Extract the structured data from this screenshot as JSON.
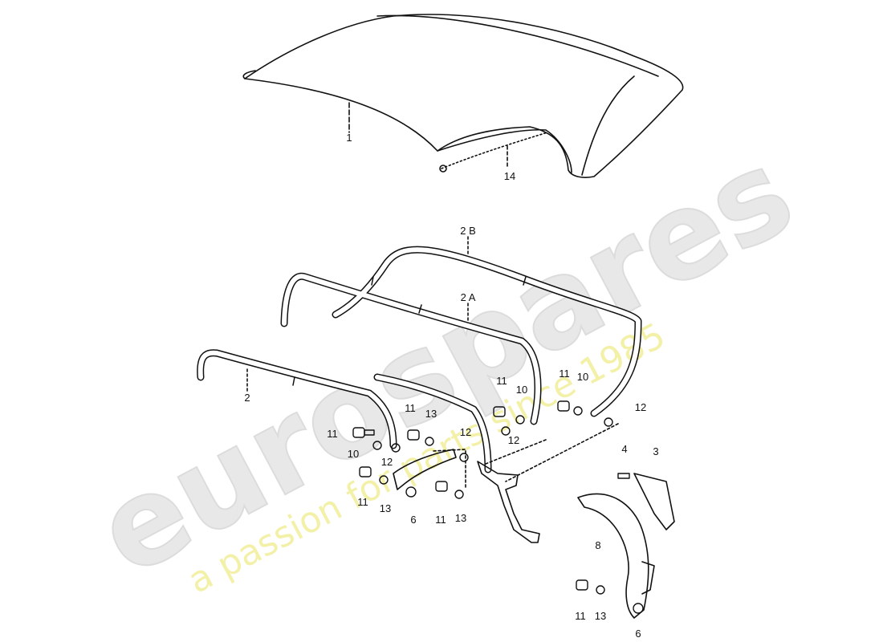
{
  "watermark": {
    "brand": "eurospares",
    "tagline": "a passion for parts since 1985",
    "brand_color": "#e6e6e6",
    "tagline_color": "#f3f0a8"
  },
  "diagram": {
    "line_color": "#111111",
    "part_labels": [
      "1",
      "14",
      "2 B",
      "2 A",
      "2",
      "11",
      "10",
      "12",
      "11",
      "13",
      "11",
      "13",
      "6",
      "11",
      "13",
      "12",
      "12",
      "11",
      "10",
      "11",
      "10",
      "12",
      "4",
      "3",
      "8",
      "11",
      "13",
      "6"
    ]
  }
}
